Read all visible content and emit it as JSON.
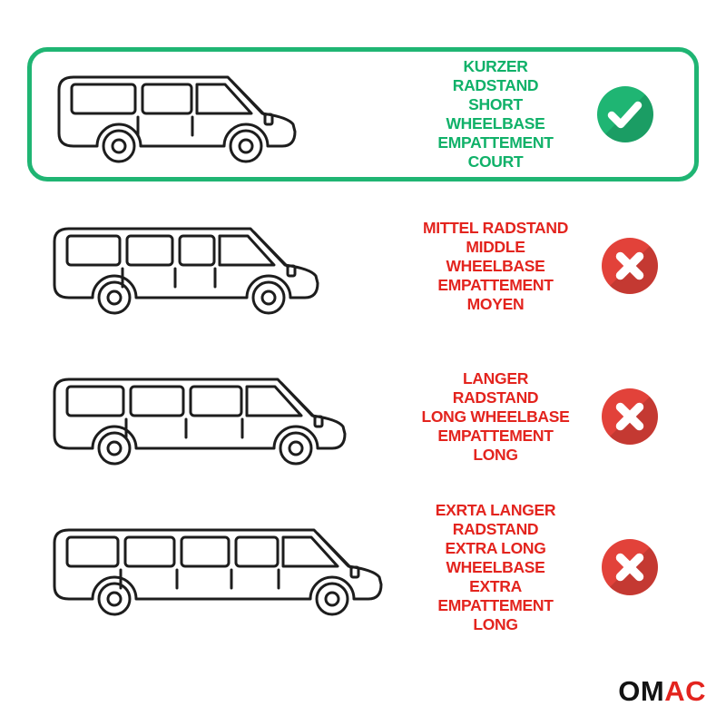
{
  "colors": {
    "green": "#1FB573",
    "red": "#E2423A",
    "text_green": "#10B169",
    "text_red": "#E3241E",
    "ink": "#131313"
  },
  "options": [
    {
      "id": "short-wheelbase",
      "selected": true,
      "status": "check",
      "lines": [
        "KURZER RADSTAND",
        "SHORT WHEELBASE",
        "EMPATTEMENT COURT"
      ]
    },
    {
      "id": "middle-wheelbase",
      "selected": false,
      "status": "cross",
      "lines": [
        "MITTEL RADSTAND",
        "MIDDLE WHEELBASE",
        "EMPATTEMENT MOYEN"
      ]
    },
    {
      "id": "long-wheelbase",
      "selected": false,
      "status": "cross",
      "lines": [
        "LANGER RADSTAND",
        "LONG WHEELBASE",
        "EMPATTEMENT LONG"
      ]
    },
    {
      "id": "extra-long-wheelbase",
      "selected": false,
      "status": "cross",
      "lines": [
        "EXRTA LANGER RADSTAND",
        "EXTRA LONG WHEELBASE",
        "EXTRA EMPATTEMENT LONG"
      ]
    }
  ],
  "logo": {
    "part1": "OM",
    "part2": "AC"
  }
}
